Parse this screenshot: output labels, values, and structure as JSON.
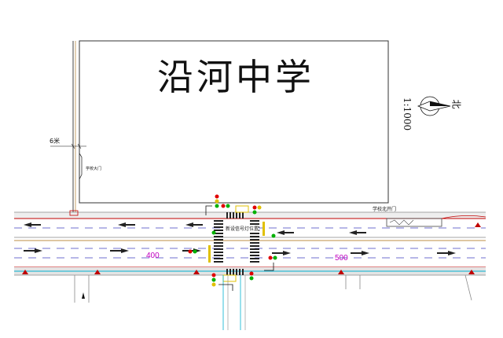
{
  "school_name": "沿河中学",
  "scale_label": "1:1000",
  "north_label": "北",
  "dimension_label": "6米",
  "gate_label": "学校大门",
  "north_gate_label": "学校北开门",
  "signal_label": "新设信号灯位置",
  "stations": [
    "400",
    "500"
  ],
  "colors": {
    "road_edge": "#c00000",
    "lane_line": "#4040c0",
    "station": "#c000c0",
    "sidewalk": "#d8d8d8",
    "utility": "#00b0d0",
    "yellow": "#e0c000"
  }
}
